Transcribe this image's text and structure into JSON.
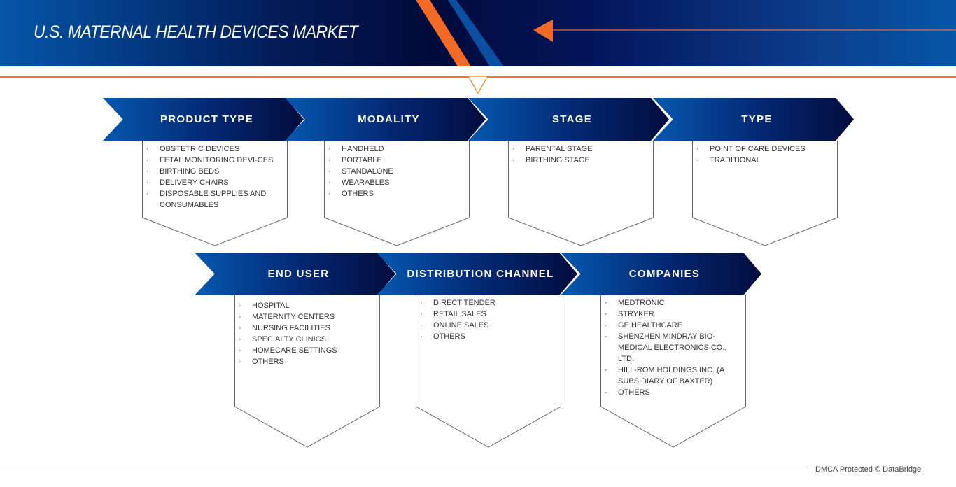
{
  "title": "U.S. MATERNAL HEALTH DEVICES MARKET",
  "sections": [
    {
      "heading": "PRODUCT TYPE",
      "items": [
        "OBSTETRIC DEVICES",
        "FETAL MONITORING DEVI-CES",
        "BIRTHING BEDS",
        "DELIVERY CHAIRS",
        "DISPOSABLE SUPPLIES AND CONSUMABLES"
      ]
    },
    {
      "heading": "MODALITY",
      "items": [
        "HANDHELD",
        "PORTABLE",
        "STANDALONE",
        "WEARABLES",
        "OTHERS"
      ]
    },
    {
      "heading": "STAGE",
      "items": [
        "PARENTAL STAGE",
        "BIRTHING STAGE"
      ]
    },
    {
      "heading": "TYPE",
      "items": [
        "POINT OF CARE DEVICES",
        "TRADITIONAL"
      ]
    },
    {
      "heading": "END USER",
      "items": [
        "HOSPITAL",
        "MATERNITY CENTERS",
        "NURSING FACILITIES",
        "SPECIALTY CLINICS",
        "HOMECARE SETTINGS",
        "OTHERS"
      ]
    },
    {
      "heading": "DISTRIBUTION CHANNEL",
      "items": [
        "DIRECT TENDER",
        "RETAIL SALES",
        "ONLINE SALES",
        "OTHERS"
      ]
    },
    {
      "heading": "COMPANIES",
      "items": [
        "MEDTRONIC",
        "STRYKER",
        "GE HEALTHCARE",
        "SHENZHEN MINDRAY BIO-MEDICAL ELECTRONICS CO., LTD.",
        "HILL-ROM HOLDINGS INC. (A SUBSIDIARY OF BAXTER)",
        "OTHERS"
      ]
    }
  ],
  "footer": "DMCA Protected © DataBridge",
  "colors": {
    "accent": "#f07a1a",
    "navy": "#020c3e",
    "blue": "#0558b0"
  }
}
